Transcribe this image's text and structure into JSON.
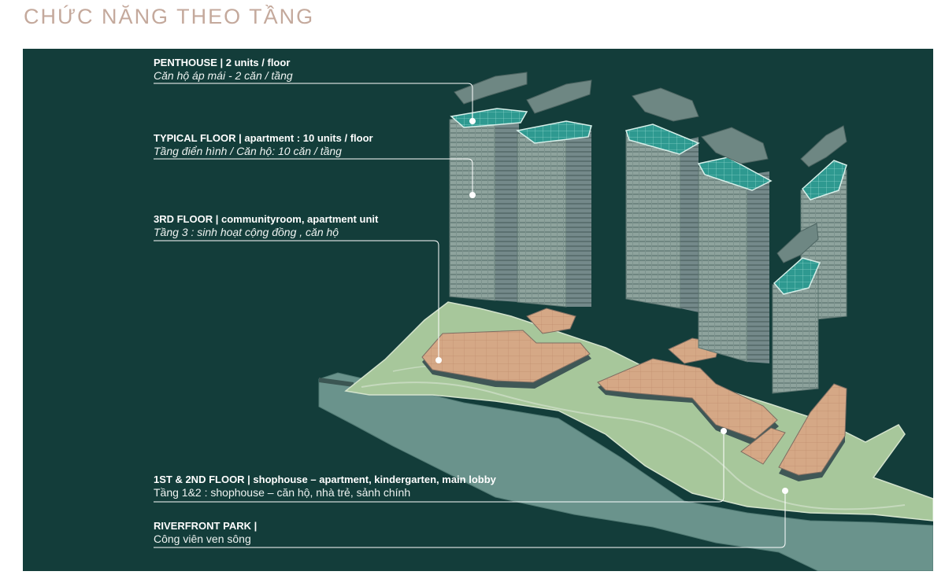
{
  "page": {
    "title": "CHỨC NĂNG THEO TẦNG"
  },
  "colors": {
    "background": "#133d3a",
    "title": "#c4a99c",
    "podium": "#d5a886",
    "park": "#a7c79b",
    "river": "#6a938c",
    "tower": "#8ca09b",
    "tower_roof": "#2e9990",
    "leader_line": "#ffffff"
  },
  "callouts": [
    {
      "id": "penthouse",
      "title": "PENTHOUSE | 2 units / floor",
      "subtitle": "Căn hộ áp mái - 2 căn / tầng"
    },
    {
      "id": "typical",
      "title": "TYPICAL FLOOR | apartment : 10 units / floor",
      "subtitle": "Tầng điển hình / Căn hộ: 10 căn / tầng"
    },
    {
      "id": "third",
      "title": "3RD FLOOR | communityroom, apartment unit",
      "subtitle": "Tầng 3 : sinh hoạt cộng đồng , căn hộ"
    },
    {
      "id": "first-second",
      "title": "1ST & 2ND FLOOR | shophouse – apartment, kindergarten, main lobby",
      "subtitle": "Tầng 1&2 : shophouse – căn hộ, nhà trẻ, sảnh chính"
    },
    {
      "id": "riverfront",
      "title": "RIVERFRONT PARK |",
      "subtitle": "Công viên ven sông"
    }
  ]
}
